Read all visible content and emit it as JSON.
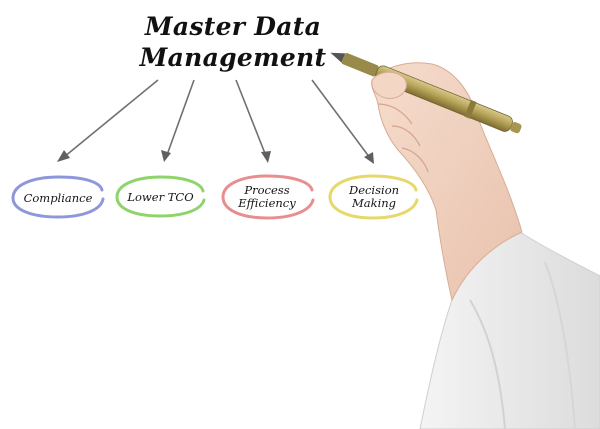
{
  "title": {
    "line1": "Master Data",
    "line2": "Management"
  },
  "nodes": [
    {
      "label": "Compliance",
      "color": "#8f97dc"
    },
    {
      "label": "Lower TCO",
      "color": "#8fd46a"
    },
    {
      "label": "Process Efficiency",
      "color": "#e88e8e"
    },
    {
      "label": "Decision Making",
      "color": "#e6d86a"
    }
  ],
  "colors": {
    "arrow": "#707070",
    "text": "#111111",
    "background": "#ffffff"
  }
}
